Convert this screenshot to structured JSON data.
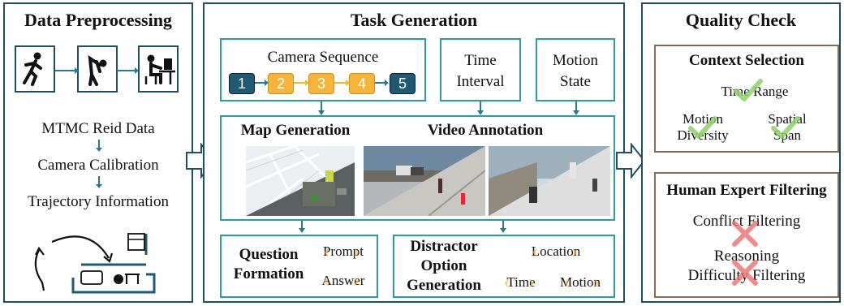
{
  "preprocessing": {
    "title": "Data Preprocessing",
    "steps": [
      "MTMC Reid Data",
      "Camera Calibration",
      "Trajectory Information"
    ]
  },
  "task_generation": {
    "title": "Task Generation",
    "camera_sequence": {
      "label": "Camera Sequence",
      "items": [
        "1",
        "2",
        "3",
        "4",
        "5"
      ]
    },
    "time_interval": "Time\nInterval",
    "motion_state": "Motion\nState",
    "map_generation": "Map Generation",
    "video_annotation": "Video Annotation",
    "question_formation": "Question\nFormation",
    "prompt": "Prompt",
    "answer": "Answer",
    "distractor": "Distractor\nOption\nGeneration",
    "location": "Location",
    "time": "Time",
    "motion": "Motion"
  },
  "quality_check": {
    "title": "Quality Check",
    "context_selection": {
      "title": "Context Selection",
      "time_range": "Time Range",
      "motion_diversity": "Motion\nDiversity",
      "spatial_span": "Spatial\nSpan"
    },
    "human_expert": {
      "title": "Human Expert Filtering",
      "conflict": "Conflict Filtering",
      "reasoning": "Reasoning\nDifficulty Filtering"
    }
  },
  "colors": {
    "panel_border": "#1f4e5f",
    "teal": "#2a9d9f",
    "brown": "#8b6a55",
    "orange": "#f5b43a",
    "check_green": "#8fd16a",
    "cross_red": "#f07070"
  }
}
